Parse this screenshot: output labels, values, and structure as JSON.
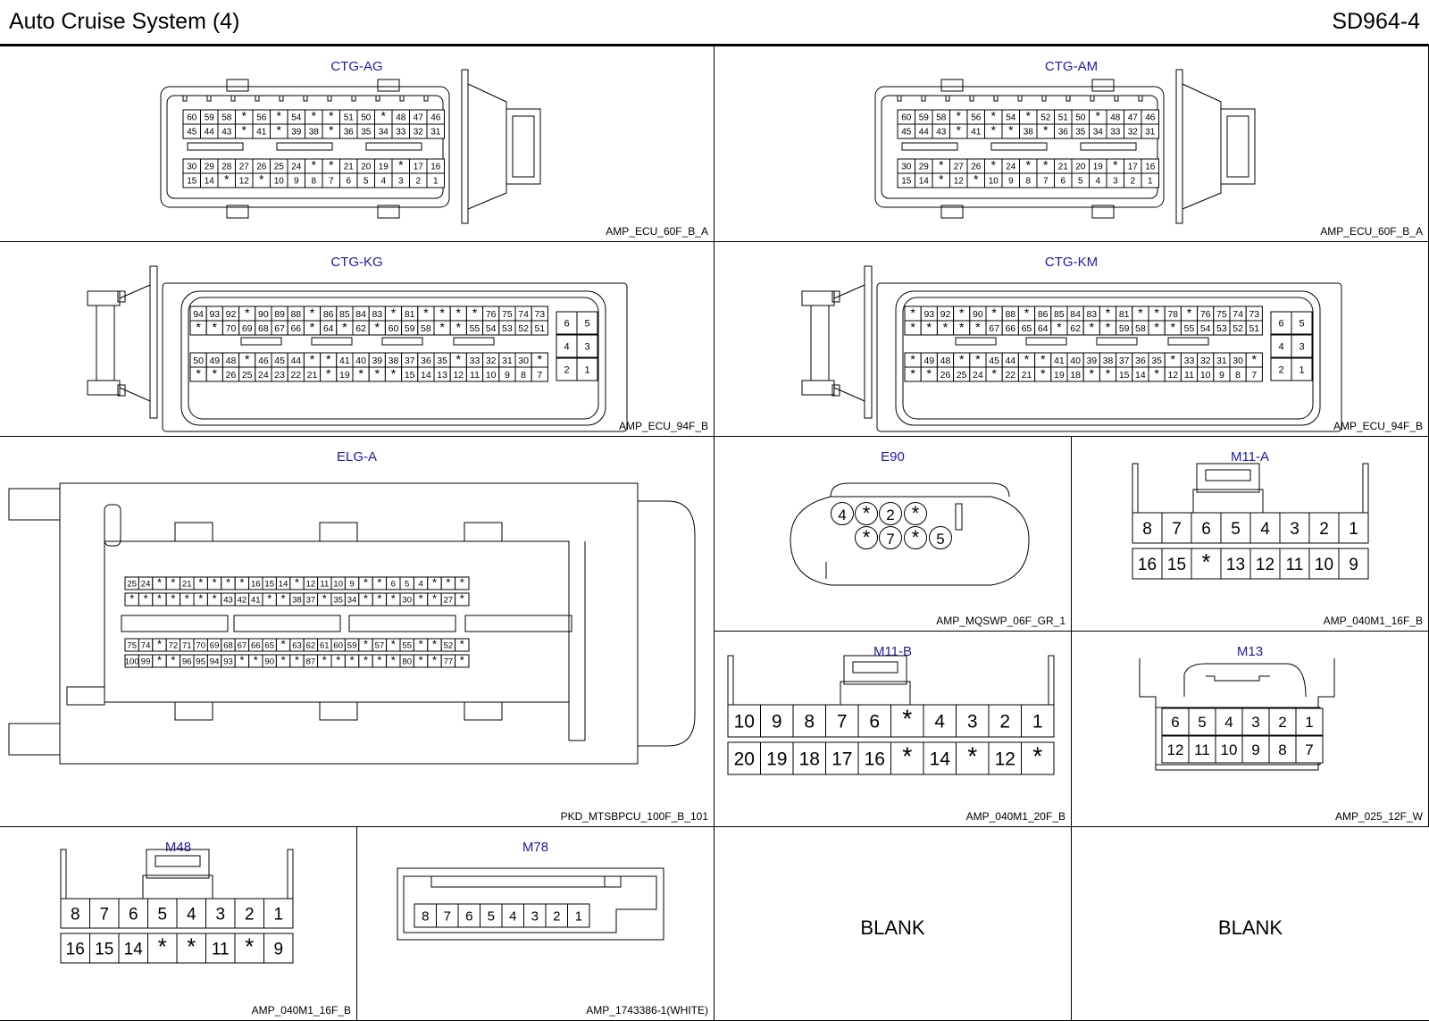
{
  "page": {
    "title": "Auto Cruise System (4)",
    "code": "SD964-4"
  },
  "connectors": [
    {
      "id": "ctg-ag",
      "name": "CTG-AG",
      "type": "AMP_ECU_60F_B_A",
      "rows": [
        [
          "60",
          "59",
          "58",
          "*",
          "56",
          "*",
          "54",
          "*",
          "*",
          "51",
          "50",
          "*",
          "48",
          "47",
          "46"
        ],
        [
          "45",
          "44",
          "43",
          "*",
          "41",
          "*",
          "39",
          "38",
          "*",
          "36",
          "35",
          "34",
          "33",
          "32",
          "31"
        ],
        [
          "30",
          "29",
          "28",
          "27",
          "26",
          "25",
          "24",
          "*",
          "*",
          "21",
          "20",
          "19",
          "*",
          "17",
          "16"
        ],
        [
          "15",
          "14",
          "*",
          "12",
          "*",
          "10",
          "9",
          "8",
          "7",
          "6",
          "5",
          "4",
          "3",
          "2",
          "1"
        ]
      ]
    },
    {
      "id": "ctg-am",
      "name": "CTG-AM",
      "type": "AMP_ECU_60F_B_A",
      "rows": [
        [
          "60",
          "59",
          "58",
          "*",
          "56",
          "*",
          "54",
          "*",
          "52",
          "51",
          "50",
          "*",
          "48",
          "47",
          "46"
        ],
        [
          "45",
          "44",
          "43",
          "*",
          "41",
          "*",
          "*",
          "38",
          "*",
          "36",
          "35",
          "34",
          "33",
          "32",
          "31"
        ],
        [
          "30",
          "29",
          "*",
          "27",
          "26",
          "*",
          "24",
          "*",
          "*",
          "21",
          "20",
          "19",
          "*",
          "17",
          "16"
        ],
        [
          "15",
          "14",
          "*",
          "12",
          "*",
          "10",
          "9",
          "8",
          "7",
          "6",
          "5",
          "4",
          "3",
          "2",
          "1"
        ]
      ]
    },
    {
      "id": "ctg-kg",
      "name": "CTG-KG",
      "type": "AMP_ECU_94F_B",
      "rows": [
        [
          "94",
          "93",
          "92",
          "*",
          "90",
          "89",
          "88",
          "*",
          "86",
          "85",
          "84",
          "83",
          "*",
          "81",
          "*",
          "*",
          "*",
          "*",
          "76",
          "75",
          "74",
          "73"
        ],
        [
          "*",
          "*",
          "70",
          "69",
          "68",
          "67",
          "66",
          "*",
          "64",
          "*",
          "62",
          "*",
          "60",
          "59",
          "58",
          "*",
          "*",
          "55",
          "54",
          "53",
          "52",
          "51"
        ],
        [
          "50",
          "49",
          "48",
          "*",
          "46",
          "45",
          "44",
          "*",
          "*",
          "41",
          "40",
          "39",
          "38",
          "37",
          "36",
          "35",
          "*",
          "33",
          "32",
          "31",
          "30",
          "*"
        ],
        [
          "*",
          "*",
          "26",
          "25",
          "24",
          "23",
          "22",
          "21",
          "*",
          "19",
          "*",
          "*",
          "*",
          "15",
          "14",
          "13",
          "12",
          "11",
          "10",
          "9",
          "8",
          "7"
        ]
      ],
      "side": [
        [
          "6",
          "5"
        ],
        [
          "4",
          "3"
        ],
        [
          "2",
          "1"
        ]
      ]
    },
    {
      "id": "ctg-km",
      "name": "CTG-KM",
      "type": "AMP_ECU_94F_B",
      "rows": [
        [
          "*",
          "93",
          "92",
          "*",
          "90",
          "*",
          "88",
          "*",
          "86",
          "85",
          "84",
          "83",
          "*",
          "81",
          "*",
          "*",
          "78",
          "*",
          "76",
          "75",
          "74",
          "73"
        ],
        [
          "*",
          "*",
          "*",
          "*",
          "*",
          "67",
          "66",
          "65",
          "64",
          "*",
          "62",
          "*",
          "*",
          "59",
          "58",
          "*",
          "*",
          "55",
          "54",
          "53",
          "52",
          "51"
        ],
        [
          "*",
          "49",
          "48",
          "*",
          "*",
          "45",
          "44",
          "*",
          "*",
          "41",
          "40",
          "39",
          "38",
          "37",
          "36",
          "35",
          "*",
          "33",
          "32",
          "31",
          "30",
          "*"
        ],
        [
          "*",
          "*",
          "26",
          "25",
          "24",
          "*",
          "22",
          "21",
          "*",
          "19",
          "18",
          "*",
          "*",
          "15",
          "14",
          "*",
          "12",
          "11",
          "10",
          "9",
          "8",
          "7"
        ]
      ],
      "side": [
        [
          "6",
          "5"
        ],
        [
          "4",
          "3"
        ],
        [
          "2",
          "1"
        ]
      ]
    },
    {
      "id": "elg-a",
      "name": "ELG-A",
      "type": "PKD_MTSBPCU_100F_B_101",
      "rows": [
        [
          "25",
          "24",
          "*",
          "*",
          "21",
          "*",
          "*",
          "*",
          "*",
          "16",
          "15",
          "14",
          "*",
          "12",
          "11",
          "10",
          "9",
          "*",
          "*",
          "6",
          "5",
          "4",
          "*",
          "*",
          "*"
        ],
        [
          "*",
          "*",
          "*",
          "*",
          "*",
          "*",
          "*",
          "43",
          "42",
          "41",
          "*",
          "*",
          "38",
          "37",
          "*",
          "35",
          "34",
          "*",
          "*",
          "*",
          "30",
          "*",
          "*",
          "27",
          "*"
        ],
        [
          "75",
          "74",
          "*",
          "72",
          "71",
          "70",
          "69",
          "68",
          "67",
          "66",
          "65",
          "*",
          "63",
          "62",
          "61",
          "60",
          "59",
          "*",
          "57",
          "*",
          "55",
          "*",
          "*",
          "52",
          "*"
        ],
        [
          "100",
          "99",
          "*",
          "*",
          "96",
          "95",
          "94",
          "93",
          "*",
          "*",
          "90",
          "*",
          "*",
          "87",
          "*",
          "*",
          "*",
          "*",
          "*",
          "*",
          "80",
          "*",
          "*",
          "77",
          "*"
        ]
      ]
    },
    {
      "id": "e90",
      "name": "E90",
      "type": "AMP_MQSWP_06F_GR_1",
      "pins_top": [
        "4",
        "*",
        "2",
        "*"
      ],
      "pins_bottom": [
        "*",
        "7",
        "*",
        "5"
      ]
    },
    {
      "id": "m11-a",
      "name": "M11-A",
      "type": "AMP_040M1_16F_B",
      "rows": [
        [
          "8",
          "7",
          "6",
          "5",
          "4",
          "3",
          "2",
          "1"
        ],
        [
          "16",
          "15",
          "*",
          "13",
          "12",
          "11",
          "10",
          "9"
        ]
      ]
    },
    {
      "id": "m11-b",
      "name": "M11-B",
      "type": "AMP_040M1_20F_B",
      "rows": [
        [
          "10",
          "9",
          "8",
          "7",
          "6",
          "*",
          "4",
          "3",
          "2",
          "1"
        ],
        [
          "20",
          "19",
          "18",
          "17",
          "16",
          "*",
          "14",
          "*",
          "12",
          "*"
        ]
      ]
    },
    {
      "id": "m13",
      "name": "M13",
      "type": "AMP_025_12F_W",
      "rows": [
        [
          "6",
          "5",
          "4",
          "3",
          "2",
          "1"
        ],
        [
          "12",
          "11",
          "10",
          "9",
          "8",
          "7"
        ]
      ]
    },
    {
      "id": "m48",
      "name": "M48",
      "type": "AMP_040M1_16F_B",
      "rows": [
        [
          "8",
          "7",
          "6",
          "5",
          "4",
          "3",
          "2",
          "1"
        ],
        [
          "16",
          "15",
          "14",
          "*",
          "*",
          "11",
          "*",
          "9"
        ]
      ]
    },
    {
      "id": "m78",
      "name": "M78",
      "type": "AMP_1743386-1(WHITE)",
      "rows": [
        [
          "8",
          "7",
          "6",
          "5",
          "4",
          "3",
          "2",
          "1"
        ]
      ]
    }
  ],
  "blanks": [
    "BLANK",
    "BLANK"
  ]
}
